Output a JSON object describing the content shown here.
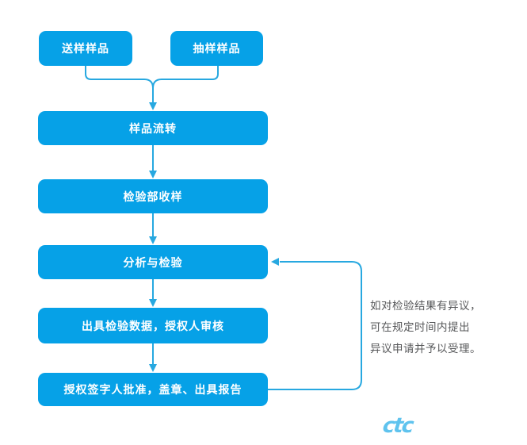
{
  "diagram": {
    "type": "flowchart",
    "nodes": [
      {
        "id": "sample-submitted",
        "label": "送样样品"
      },
      {
        "id": "sample-drawn",
        "label": "抽样样品"
      },
      {
        "id": "sample-transfer",
        "label": "样品流转"
      },
      {
        "id": "dept-receive",
        "label": "检验部收样"
      },
      {
        "id": "analysis-inspection",
        "label": "分析与检验"
      },
      {
        "id": "issue-data-review",
        "label": "出具检验数据，授权人审核"
      },
      {
        "id": "approve-stamp-report",
        "label": "授权签字人批准，盖章、出具报告"
      }
    ],
    "edges": [
      {
        "from": "sample-submitted",
        "to": "sample-transfer",
        "type": "merge"
      },
      {
        "from": "sample-drawn",
        "to": "sample-transfer",
        "type": "merge"
      },
      {
        "from": "sample-transfer",
        "to": "dept-receive",
        "type": "arrow"
      },
      {
        "from": "dept-receive",
        "to": "analysis-inspection",
        "type": "arrow"
      },
      {
        "from": "analysis-inspection",
        "to": "issue-data-review",
        "type": "arrow"
      },
      {
        "from": "issue-data-review",
        "to": "approve-stamp-report",
        "type": "arrow"
      },
      {
        "from": "approve-stamp-report",
        "to": "analysis-inspection",
        "type": "feedback-loop"
      }
    ],
    "note": {
      "lines": [
        "如对检验结果有异议，",
        "可在规定时间内提出",
        "异议申请并予以受理。"
      ]
    }
  },
  "logo": {
    "text": "ctc"
  },
  "colors": {
    "node_fill": "#06a1e7",
    "node_text": "#ffffff",
    "connector": "#27a8e0",
    "note_text": "#57585a",
    "logo_blue": "#5fc3ee",
    "background": "#ffffff"
  }
}
